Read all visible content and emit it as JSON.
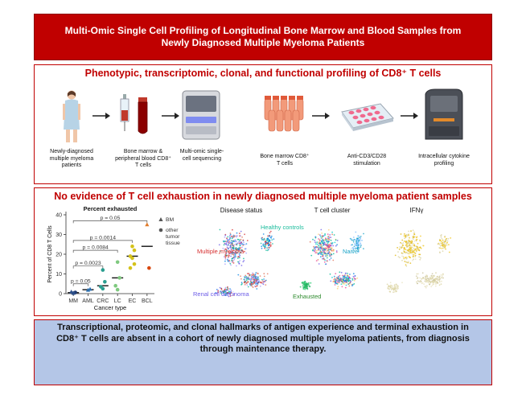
{
  "header": {
    "title": "Multi-Omic Single Cell Profiling of Longitudinal Bone Marrow and Blood Samples from Newly Diagnosed Multiple Myeloma Patients"
  },
  "panel1": {
    "title": "Phenotypic, transcriptomic, clonal, and functional profiling of CD8⁺ T cells",
    "steps": [
      "Newly-diagnosed multiple myeloma patients",
      "Bone marrow & peripheral blood CD8⁺ T cells",
      "Multi-omic single-cell sequencing",
      "Bone marrow CD8⁺ T cells",
      "Anti-CD3/CD28 stimulation",
      "Intracellular cytokine profiling"
    ]
  },
  "panel2": {
    "title": "No evidence of T cell exhaustion in newly diagnosed multiple myeloma patient samples",
    "umaps": [
      {
        "title": "Disease status",
        "labels": [
          "Multiple myeloma",
          "Healthy controls",
          "Renal cell carcinoma"
        ]
      },
      {
        "title": "T cell cluster",
        "labels": [
          "Naive",
          "Exhausted"
        ]
      },
      {
        "title": "IFNγ",
        "labels": []
      }
    ]
  },
  "chart_data": {
    "type": "scatter",
    "title": "Percent exhausted",
    "xlabel": "Cancer type",
    "ylabel": "Percent of CD8 T Cells",
    "categories": [
      "MM",
      "AML",
      "CRC",
      "LC",
      "EC",
      "BCL"
    ],
    "ylim": [
      0,
      40
    ],
    "yticks": [
      0,
      10,
      20,
      30,
      40
    ],
    "legend": [
      {
        "label": "BM",
        "marker": "triangle"
      },
      {
        "label": "other tumor tissue",
        "marker": "circle"
      }
    ],
    "medians": [
      0.5,
      2,
      4,
      8,
      19,
      24
    ],
    "series": [
      {
        "points": [
          {
            "category": "MM",
            "y": 0.3,
            "marker": "triangle",
            "color": "#1f3b70"
          },
          {
            "category": "MM",
            "y": 0.6,
            "marker": "circle",
            "color": "#1f3b70"
          },
          {
            "category": "MM",
            "y": 0.9,
            "marker": "triangle",
            "color": "#2c4f8a"
          },
          {
            "category": "MM",
            "y": 0.2,
            "marker": "circle",
            "color": "#2c4f8a"
          },
          {
            "category": "AML",
            "y": 1.8,
            "marker": "triangle",
            "color": "#2a6fb0"
          },
          {
            "category": "AML",
            "y": 2.3,
            "marker": "triangle",
            "color": "#2a6fb0"
          },
          {
            "category": "CRC",
            "y": 12,
            "marker": "circle",
            "color": "#2a9d8f"
          },
          {
            "category": "CRC",
            "y": 6,
            "marker": "circle",
            "color": "#2a9d8f"
          },
          {
            "category": "CRC",
            "y": 3.5,
            "marker": "circle",
            "color": "#2a9d8f"
          },
          {
            "category": "CRC",
            "y": 2.5,
            "marker": "circle",
            "color": "#2a9d8f"
          },
          {
            "category": "LC",
            "y": 16,
            "marker": "circle",
            "color": "#7fc97f"
          },
          {
            "category": "LC",
            "y": 8,
            "marker": "circle",
            "color": "#7fc97f"
          },
          {
            "category": "LC",
            "y": 4,
            "marker": "circle",
            "color": "#7fc97f"
          },
          {
            "category": "LC",
            "y": 2,
            "marker": "circle",
            "color": "#7fc97f"
          },
          {
            "category": "EC",
            "y": 24,
            "marker": "circle",
            "color": "#d4c21a"
          },
          {
            "category": "EC",
            "y": 22,
            "marker": "circle",
            "color": "#d4c21a"
          },
          {
            "category": "EC",
            "y": 19,
            "marker": "circle",
            "color": "#d4c21a"
          },
          {
            "category": "EC",
            "y": 18,
            "marker": "circle",
            "color": "#d4c21a"
          },
          {
            "category": "EC",
            "y": 15,
            "marker": "circle",
            "color": "#d4c21a"
          },
          {
            "category": "EC",
            "y": 13,
            "marker": "circle",
            "color": "#d4c21a"
          },
          {
            "category": "BCL",
            "y": 35,
            "marker": "triangle",
            "color": "#e07b2a"
          },
          {
            "category": "BCL",
            "y": 13,
            "marker": "circle",
            "color": "#d9480f"
          }
        ]
      }
    ],
    "annotations": [
      {
        "text": "p = 0.05",
        "from": "MM",
        "to": "BCL",
        "y": 37
      },
      {
        "text": "p = 0.0014",
        "from": "MM",
        "to": "EC",
        "y": 27
      },
      {
        "text": "p = 0.0084",
        "from": "MM",
        "to": "LC",
        "y": 22
      },
      {
        "text": "p = 0.0023",
        "from": "MM",
        "to": "CRC",
        "y": 14
      },
      {
        "text": "p = 0.05",
        "from": "MM",
        "to": "AML",
        "y": 5
      }
    ]
  },
  "bottom": {
    "text": "Transcriptional, proteomic, and clonal hallmarks of antigen experience and terminal exhaustion in CD8⁺ T cells are absent in a cohort of newly diagnosed multiple myeloma patients, from diagnosis through maintenance therapy."
  },
  "colors": {
    "header_red": "#c00000",
    "bottom_blue": "#b4c6e7"
  }
}
